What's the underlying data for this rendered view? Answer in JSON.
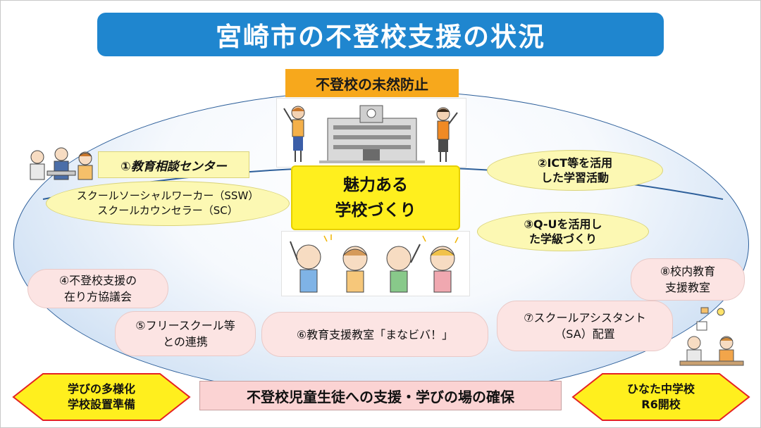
{
  "title": "宮崎市の不登校支援の状況",
  "prevention": "不登校の未然防止",
  "center_lines": [
    "魅力ある",
    "学校づくり"
  ],
  "items": {
    "i1_title": "①教育相談センター",
    "i1_lines": [
      "スクールソーシャルワーカー（SSW）",
      "スクールカウンセラー（SC）"
    ],
    "i2_lines": [
      "②ICT等を活用",
      "した学習活動"
    ],
    "i3_lines": [
      "③Q-Uを活用し",
      "た学級づくり"
    ],
    "i4_lines": [
      "④不登校支援の",
      "在り方協議会"
    ],
    "i5_lines": [
      "⑤フリースクール等",
      "との連携"
    ],
    "i6_lines": [
      "⑥教育支援教室「まなビバ！」"
    ],
    "i7_lines": [
      "⑦スクールアシスタント",
      "（SA）配置"
    ],
    "i8_lines": [
      "⑧校内教育",
      "支援教室"
    ]
  },
  "bottom": {
    "center": "不登校児童生徒への支援・学びの場の確保",
    "left_lines": [
      "学びの多様化",
      "学校設置準備"
    ],
    "right_lines": [
      "ひなた中学校",
      "R6開校"
    ]
  },
  "colors": {
    "title_bg": "#1f86cf",
    "prevention_bg": "#f7a81c",
    "center_bg": "#ffef1e",
    "yellow_oval": "#fcf8b3",
    "pink_oval": "#fce4e3",
    "hexagon_bg": "#ffef1e",
    "hexagon_border": "#e52222",
    "bottom_bar_bg": "#fbd3d3",
    "ellipse_border": "#2d5f9a"
  }
}
